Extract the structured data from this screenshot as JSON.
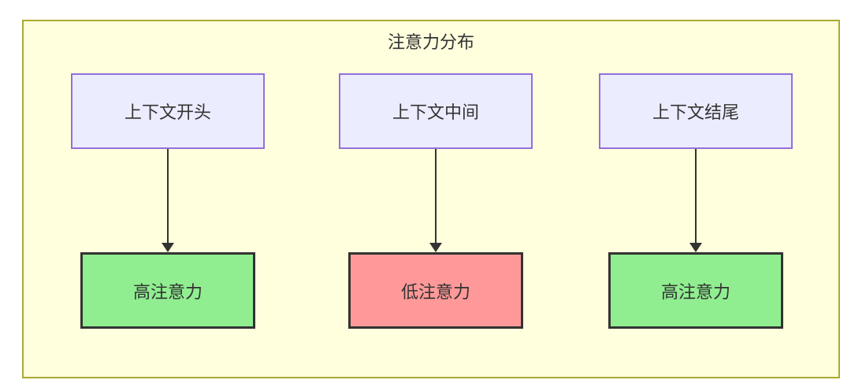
{
  "diagram": {
    "title": "注意力分布",
    "columns": [
      {
        "source": "上下文开头",
        "result": "高注意力",
        "attention": "high"
      },
      {
        "source": "上下文中间",
        "result": "低注意力",
        "attention": "low"
      },
      {
        "source": "上下文结尾",
        "result": "高注意力",
        "attention": "high"
      }
    ],
    "colors": {
      "container_fill": "#ffffde",
      "container_border": "#aaaa33",
      "source_fill": "#ececff",
      "source_border": "#9370db",
      "high_fill": "#90ee90",
      "low_fill": "#ff9999",
      "result_border": "#333333",
      "arrow": "#333333",
      "text": "#333333"
    }
  }
}
